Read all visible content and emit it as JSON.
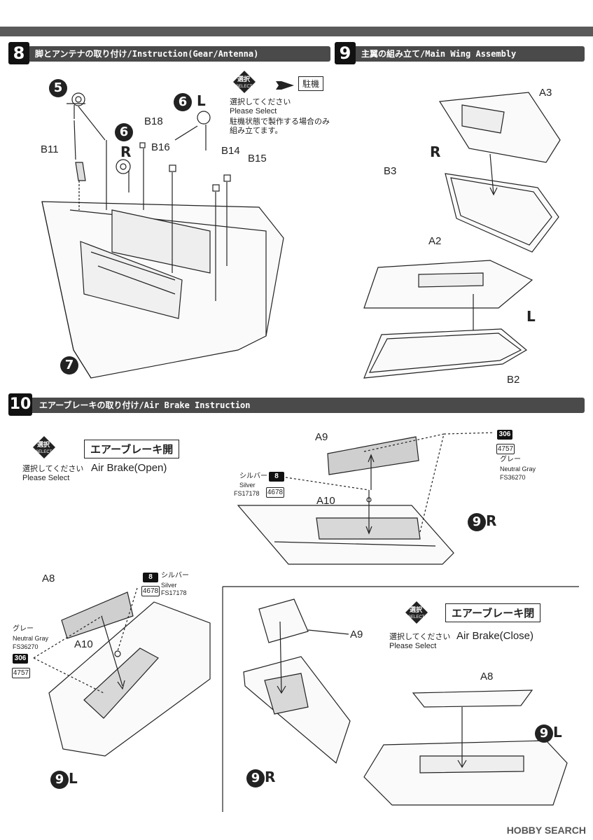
{
  "steps": {
    "s8": {
      "num": "8",
      "title": "脚とアンテナの取り付け/Instruction(Gear/Antenna)"
    },
    "s9": {
      "num": "9",
      "title": "主翼の組み立て/Main Wing Assembly"
    },
    "s10": {
      "num": "10",
      "title": "エアーブレーキの取り付け/Air Brake Instruction"
    }
  },
  "step8": {
    "select_badge_top": "選択",
    "select_badge_bottom": "SELECT",
    "parked_label": "駐機",
    "select_jp": "選択してください",
    "select_en": "Please Select",
    "note_line1": "駐機状態で製作する場合のみ",
    "note_line2": "組み立てます。",
    "parts": [
      "B11",
      "B18",
      "B16",
      "B14",
      "B15"
    ],
    "side_r": "R",
    "side_l": "L",
    "ref5": "5",
    "ref6": "6",
    "ref7": "7"
  },
  "step9": {
    "parts": [
      "A3",
      "B3",
      "A2",
      "B2"
    ],
    "side_r": "R",
    "side_l": "L"
  },
  "step10": {
    "select_badge_top": "選択",
    "select_badge_bottom": "SELECT",
    "select_jp": "選択してください",
    "select_en": "Please Select",
    "open_jp": "エアーブレーキ開",
    "open_en": "Air Brake(Open)",
    "close_jp": "エアーブレーキ閉",
    "close_en": "Air Brake(Close)",
    "parts": {
      "a9": "A9",
      "a10": "A10",
      "a8": "A8"
    },
    "ref9": "9",
    "side_r": "R",
    "side_l": "L",
    "paint_silver": {
      "code": "8",
      "num": "4678",
      "jp": "シルバー",
      "en": "Silver",
      "fs": "FS17178"
    },
    "paint_gray": {
      "code": "306",
      "num": "4757",
      "jp": "グレー",
      "en": "Neutral Gray",
      "fs": "FS36270"
    }
  },
  "watermark": "HOBBY SEARCH"
}
